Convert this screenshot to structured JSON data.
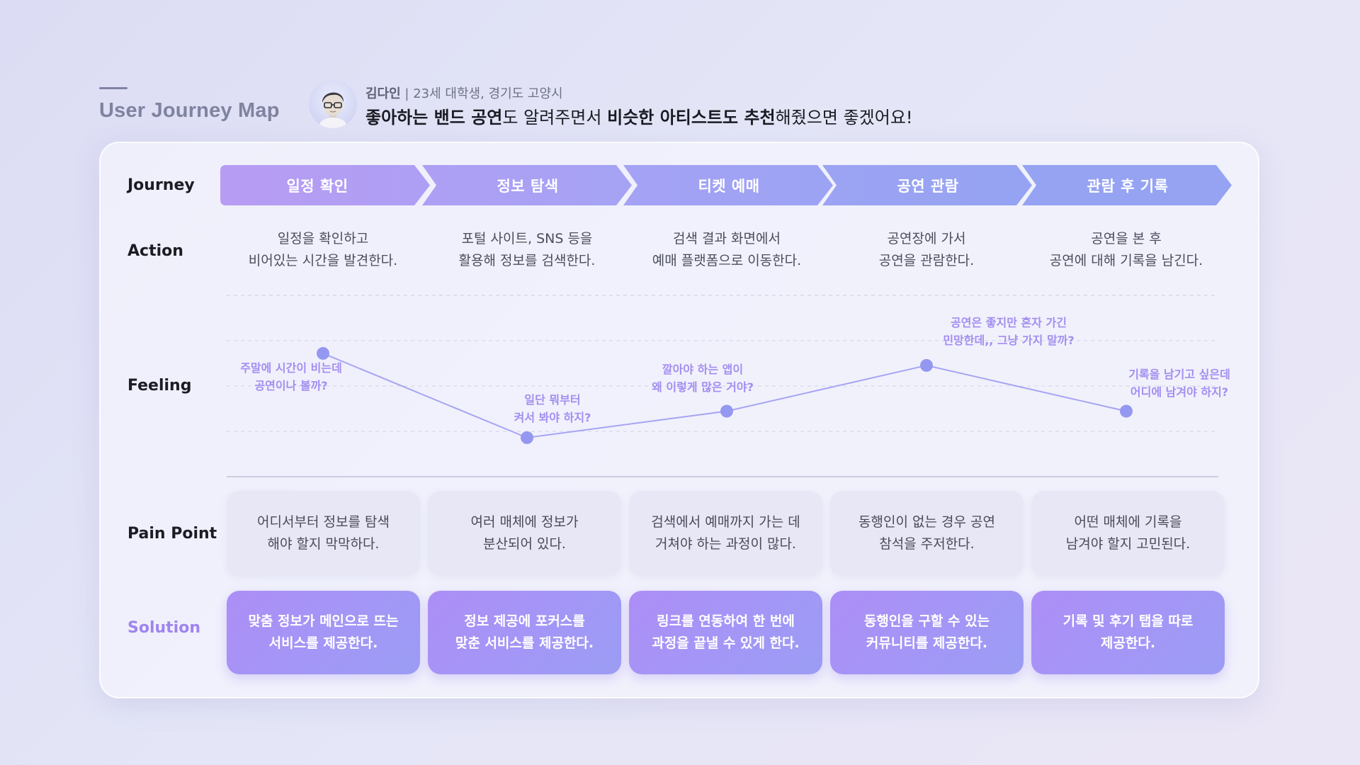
{
  "header": {
    "title": "User Journey Map"
  },
  "persona": {
    "name": "김다인",
    "info": "| 23세 대학생, 경기도 고양시",
    "quote": [
      {
        "text": "좋아하는 밴드 공연",
        "bold": true
      },
      {
        "text": "도 알려주면서 ",
        "bold": false
      },
      {
        "text": "비슷한 아티스트도 추천",
        "bold": true
      },
      {
        "text": "해줬으면 좋겠어요!",
        "bold": false
      }
    ]
  },
  "rows": {
    "journey": "Journey",
    "action": "Action",
    "feeling": "Feeling",
    "pain_point": "Pain Point",
    "solution": "Solution"
  },
  "stages": [
    {
      "title": "일정 확인",
      "color": "#b79cf2",
      "action": [
        "일정을 확인하고",
        "비어있는 시간을 발견한다."
      ],
      "feeling_level": 0.83,
      "feeling_note": [
        "주말에 시간이 비는데",
        "공연이나 볼까?"
      ],
      "pain_point": [
        "어디서부터 정보를 탐색",
        "해야 할지 막막하다."
      ],
      "solution": [
        "맞춤 정보가 메인으로 뜨는",
        "서비스를 제공한다."
      ]
    },
    {
      "title": "정보 탐색",
      "color": "#ae9ff4",
      "action": [
        "포털 사이트, SNS 등을",
        "활용해 정보를 검색한다."
      ],
      "feeling_level": 0.13,
      "feeling_note": [
        "일단 뭐부터",
        "켜서 봐야 하지?"
      ],
      "pain_point": [
        "여러 매체에 정보가",
        "분산되어 있다."
      ],
      "solution": [
        "정보 제공에 포커스를",
        "맞춘 서비스를 제공한다."
      ]
    },
    {
      "title": "티켓 예매",
      "color": "#a5a2f4",
      "action": [
        "검색 결과 화면에서",
        "예매 플랫폼으로 이동한다."
      ],
      "feeling_level": 0.35,
      "feeling_note": [
        "깔아야 하는 앱이",
        "왜 이렇게 많은 거야?"
      ],
      "pain_point": [
        "검색에서 예매까지 가는 데",
        "거쳐야 하는 과정이 많다."
      ],
      "solution": [
        "링크를 연동하여 한 번에",
        "과정을 끝낼 수 있게 한다."
      ]
    },
    {
      "title": "공연 관람",
      "color": "#9ca3f3",
      "action": [
        "공연장에 가서",
        "공연을 관람한다."
      ],
      "feeling_level": 0.73,
      "feeling_note": [
        "공연은 좋지만 혼자 가긴",
        "민망한데,, 그냥 가지 말까?"
      ],
      "pain_point": [
        "동행인이 없는 경우 공연",
        "참석을 주저한다."
      ],
      "solution": [
        "동행인을 구할 수 있는",
        "커뮤니티를 제공한다."
      ]
    },
    {
      "title": "관람 후 기록",
      "color": "#95a3f2",
      "action": [
        "공연을 본 후",
        "공연에 대해 기록을 남긴다."
      ],
      "feeling_level": 0.35,
      "feeling_note": [
        "기록을 남기고 싶은데",
        "어디에 남겨야 하지?"
      ],
      "pain_point": [
        "어떤 매체에 기록을",
        "남겨야 할지 고민된다."
      ],
      "solution": [
        "기록 및 후기 탭을 따로",
        "제공한다."
      ]
    }
  ],
  "colors": {
    "line": "#a6a5f3",
    "dot": "#9598f0",
    "note": "#a38ef0"
  }
}
